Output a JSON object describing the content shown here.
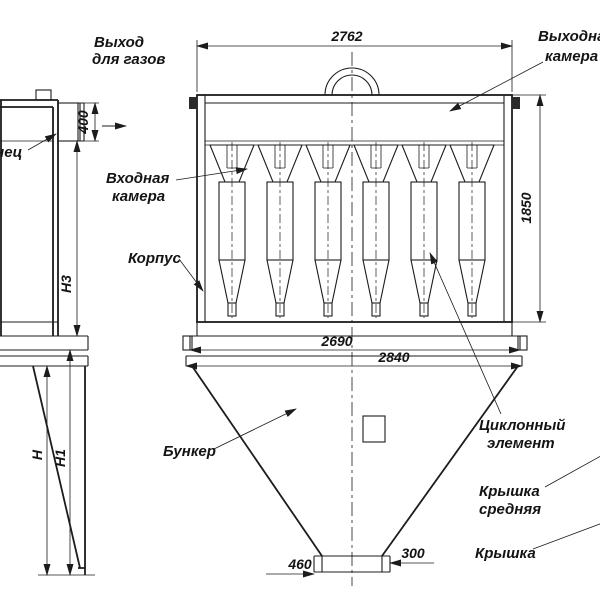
{
  "drawing": {
    "labels": {
      "gas_outlet_line1": "Выход",
      "gas_outlet_line2": "для газов",
      "outlet_chamber_line1": "Выходная",
      "outlet_chamber_line2": "камера",
      "flange": "Фланец",
      "inlet_chamber_line1": "Входная",
      "inlet_chamber_line2": "камера",
      "housing": "Корпус",
      "bunker": "Бункер",
      "cyclone_element_line1": "Циклонный",
      "cyclone_element_line2": "элемент",
      "cover_middle_line1": "Крышка",
      "cover_middle_line2": "средняя",
      "cover": "Крышка"
    },
    "dimensions": {
      "overall_width": "2762",
      "housing_height": "1850",
      "outlet_duct_height": "400",
      "flange_width": "2690",
      "flange_outer_width": "2840",
      "outlet_left": "460",
      "outlet_width": "300",
      "height_h": "Н",
      "height_h1": "Н1",
      "height_h3": "Н3"
    },
    "line_color": "#1c1c1c"
  }
}
